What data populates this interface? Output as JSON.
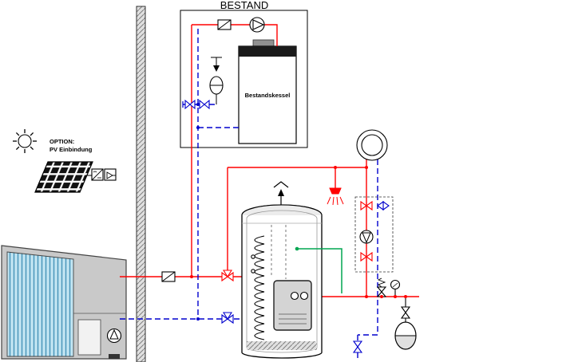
{
  "diagram": {
    "bestand": {
      "title": "BESTAND",
      "boiler_label": "Bestandskessel"
    },
    "pv_option": {
      "line1": "OPTION:",
      "line2": "PV Einbindung"
    },
    "colors": {
      "flow_line": "#ff0000",
      "return_line": "#0000cd",
      "sensor_line": "#00a651",
      "outline": "#000000",
      "wall_fill": "#e0e0e0",
      "heat_pump_body": "#c9c9c9",
      "heat_pump_coil": "#c2e5f2",
      "tank_dome": "#ececec",
      "module_fill": "#d4d4d4",
      "boiler_band": "#1a1a1a"
    },
    "icons": [
      "sun-icon",
      "pv-panel-icon",
      "inverter-icon",
      "generation-meter-icon",
      "heat-pump-unit",
      "heat-pump-pump-icon",
      "wall-hatch",
      "check-valve-icon",
      "circulation-pump-icon",
      "shut-off-valve-icon",
      "three-way-valve-icon",
      "expansion-vessel-icon",
      "air-vent-icon",
      "existing-boiler",
      "buffer-tank",
      "heating-coil-icon",
      "hydraulic-module",
      "tank-vent-icon",
      "shower-icon",
      "heating-circuit-icon",
      "pump-group",
      "safety-valve-icon",
      "manometer-icon",
      "drain-valve-icon"
    ]
  }
}
